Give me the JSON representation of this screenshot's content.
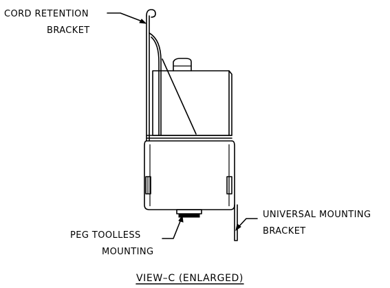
{
  "labels": {
    "cord_line1": "CORD  RETENTION",
    "cord_line2": "BRACKET",
    "universal_line1": "UNIVERSAL  MOUNTING",
    "universal_line2": "BRACKET",
    "peg_line1": "PEG  TOOLLESS",
    "peg_line2": "MOUNTING"
  },
  "title": "VIEW–C  (ENLARGED)"
}
